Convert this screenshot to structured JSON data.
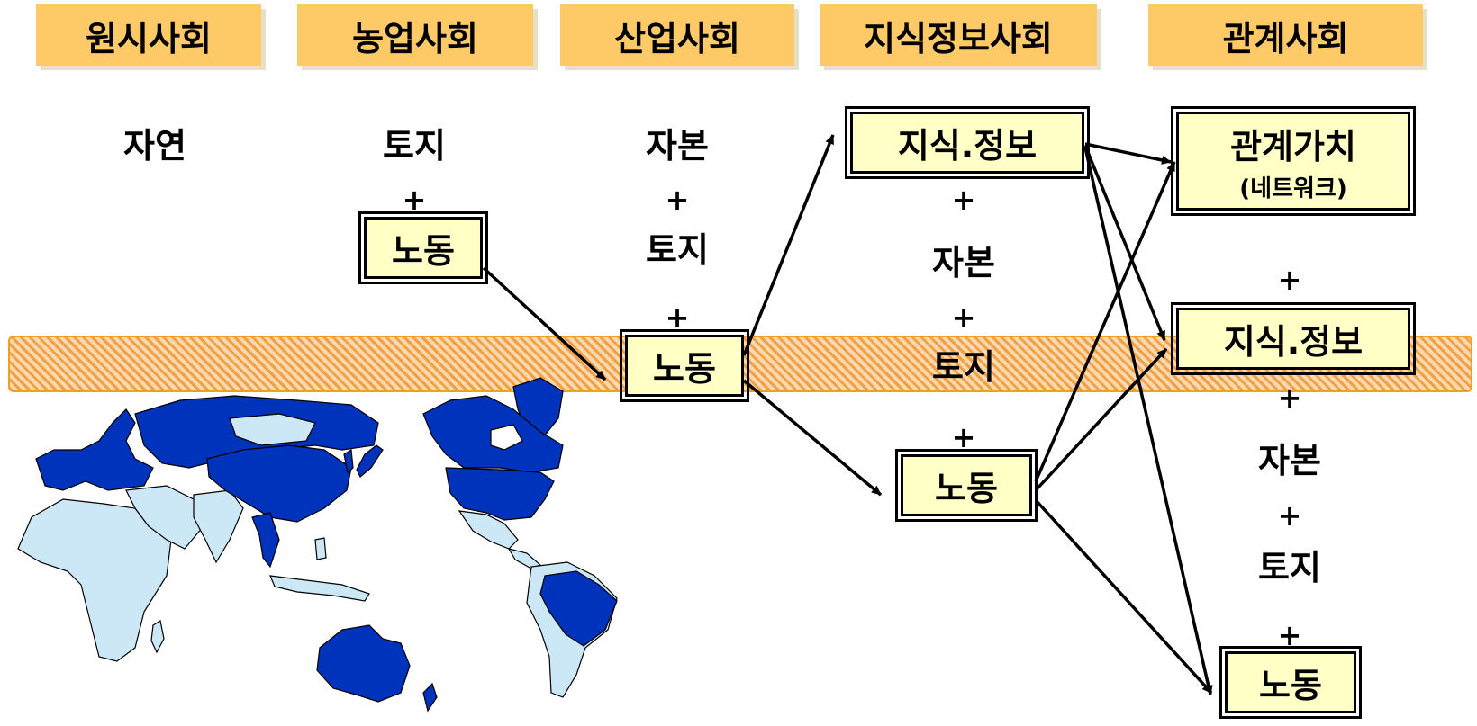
{
  "headers": [
    "원시사회",
    "농업사회",
    "산업사회",
    "지식정보사회",
    "관계사회"
  ],
  "primitive": {
    "nature": "자연"
  },
  "agricultural": {
    "land": "토지",
    "plus": "+",
    "labor": "노동"
  },
  "industrial": {
    "capital": "자본",
    "plus1": "+",
    "land": "토지",
    "plus2": "+",
    "labor": "노동"
  },
  "information": {
    "knowledge": "지식.정보",
    "plus1": "+",
    "capital": "자본",
    "plus2": "+",
    "land": "토지",
    "plus3": "+",
    "labor": "노동"
  },
  "relational": {
    "relation_value": "관계가치",
    "relation_sub": "(네트워크)",
    "plus1": "+",
    "knowledge": "지식.정보",
    "plus2": "+",
    "capital": "자본",
    "plus3": "+",
    "land": "토지",
    "plus4": "+",
    "labor": "노동"
  },
  "colors": {
    "header_bg": "#fdca67",
    "box_bg": "#ffffc6",
    "band_orange": "#f2a043",
    "map_dark": "#0033bb",
    "map_light": "#cce8f6"
  }
}
